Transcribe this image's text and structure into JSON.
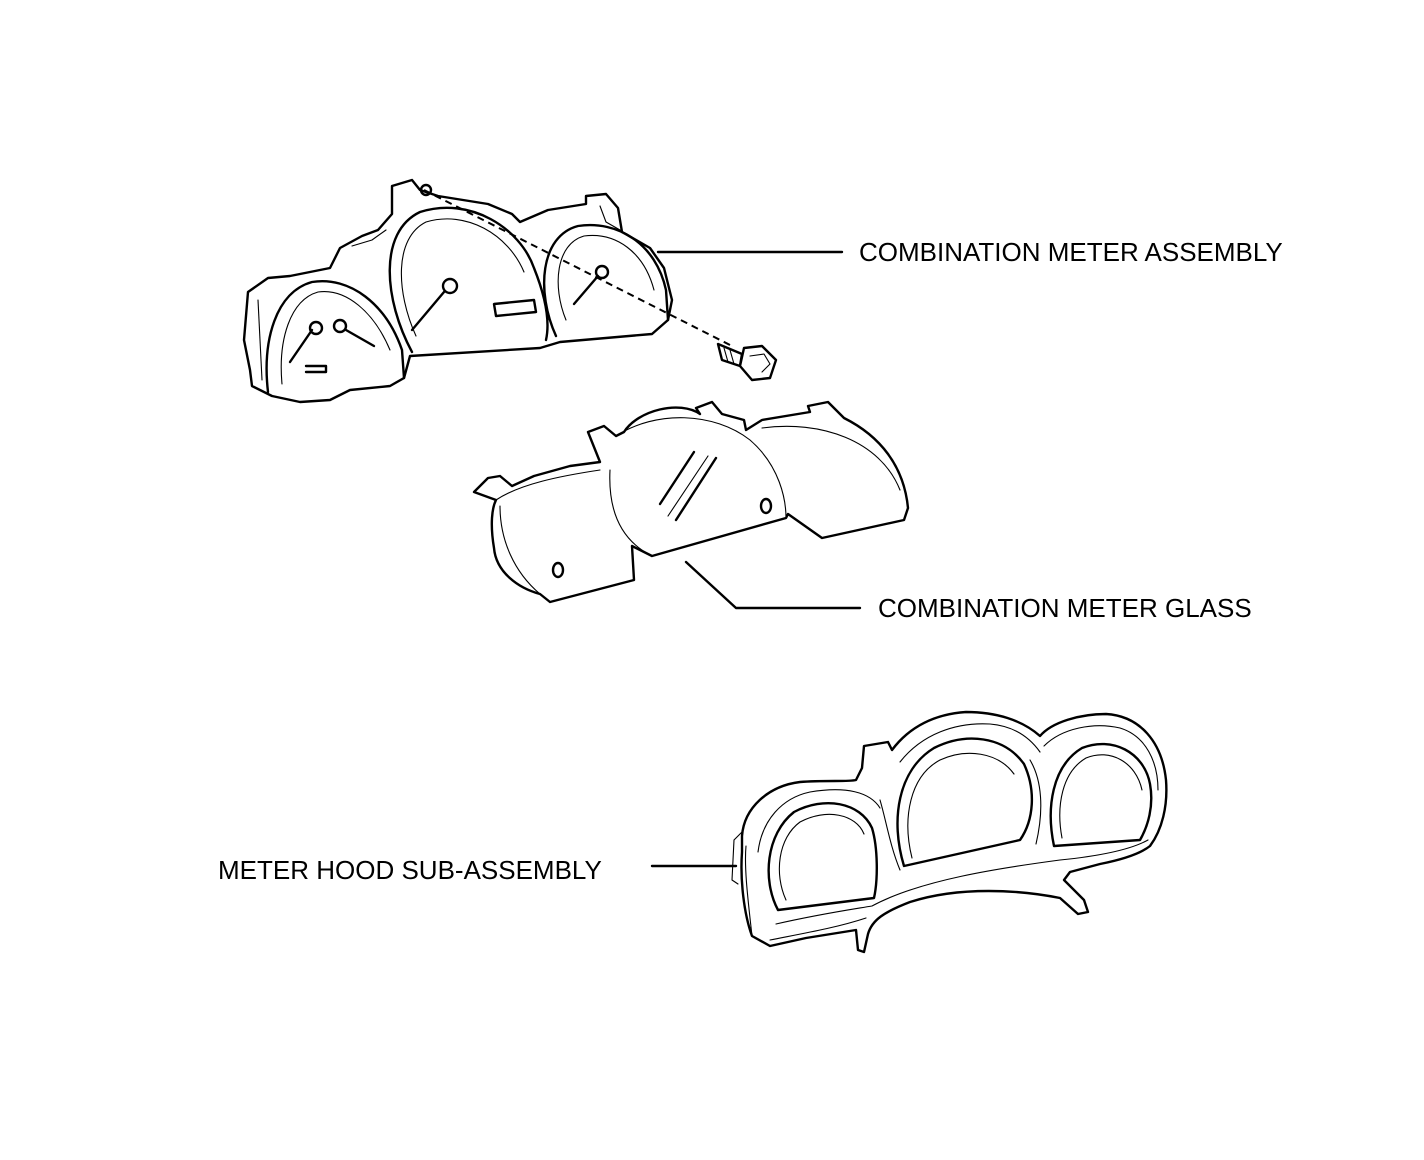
{
  "labels": {
    "combination_meter_assembly": "COMBINATION METER ASSEMBLY",
    "combination_meter_glass": "COMBINATION METER GLASS",
    "meter_hood_sub_assembly": "METER HOOD SUB-ASSEMBLY"
  },
  "colors": {
    "line": "#000000",
    "background": "#ffffff"
  }
}
